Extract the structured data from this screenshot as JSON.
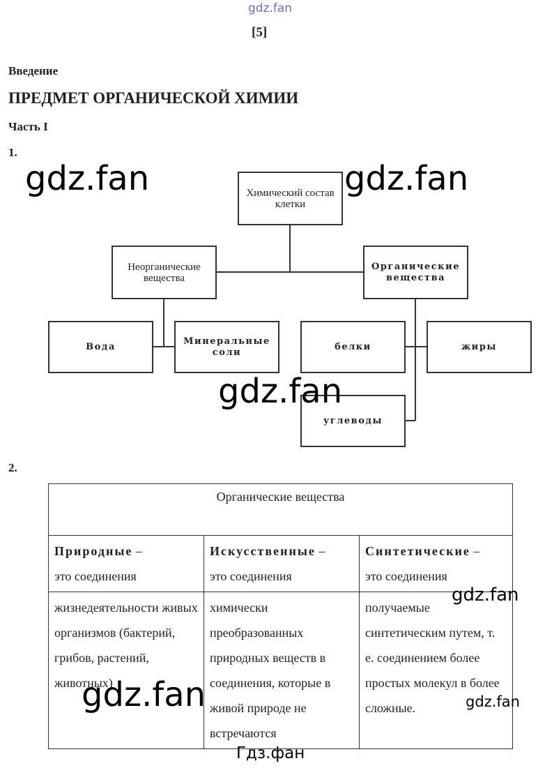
{
  "watermark_top": "gdz.fan",
  "page_number": "[5]",
  "section": "Введение",
  "title": "ПРЕДМЕТ ОРГАНИЧЕСКОЙ ХИМИИ",
  "part": "Часть I",
  "task1": "1.",
  "task2": "2.",
  "diagram": {
    "root": "Химический состав клетки",
    "inorganic": "Неорганические вещества",
    "organic": "Органические вещества",
    "water": "Вода",
    "salts": "Минеральные соли",
    "proteins": "белки",
    "fats": "жиры",
    "carbs": "углеводы"
  },
  "table": {
    "header": "Органические вещества",
    "columns": [
      {
        "title": "Природные",
        "dash": " –",
        "sub": "это соединения",
        "body": "жизнедеятельности живых организмов (бактерий, грибов, растений, животных)"
      },
      {
        "title": "Искусственные",
        "dash": " –",
        "sub": "это соединения",
        "body": "химически преобразованных природных веществ в соединения, которые в живой природе не встречаются"
      },
      {
        "title": "Синтетические",
        "dash": " –",
        "sub": "это соединения",
        "body": "получаемые синтетическим путем, т. е. соединением более простых молекул в более сложные."
      }
    ]
  },
  "watermarks": [
    "gdz.fan",
    "gdz.fan",
    "gdz.fan",
    "gdz.fan",
    "gdz.fan",
    "gdz.fan"
  ],
  "footer": "Гдз.фан"
}
